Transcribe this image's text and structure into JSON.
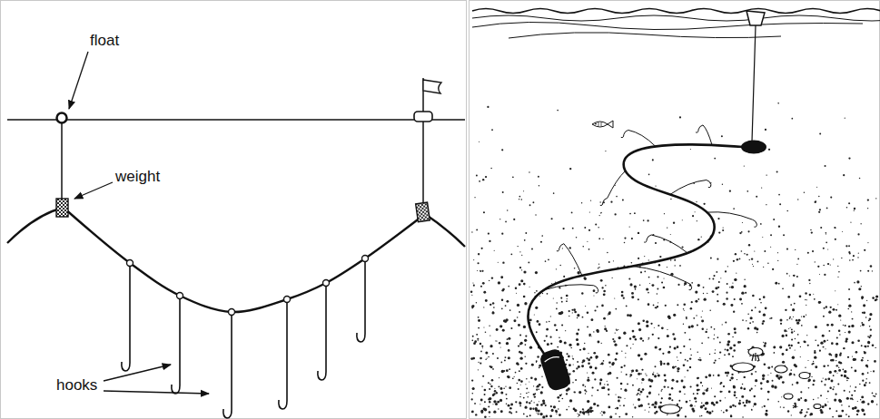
{
  "diagram": {
    "labels": [
      "float",
      "weight",
      "hooks"
    ]
  }
}
